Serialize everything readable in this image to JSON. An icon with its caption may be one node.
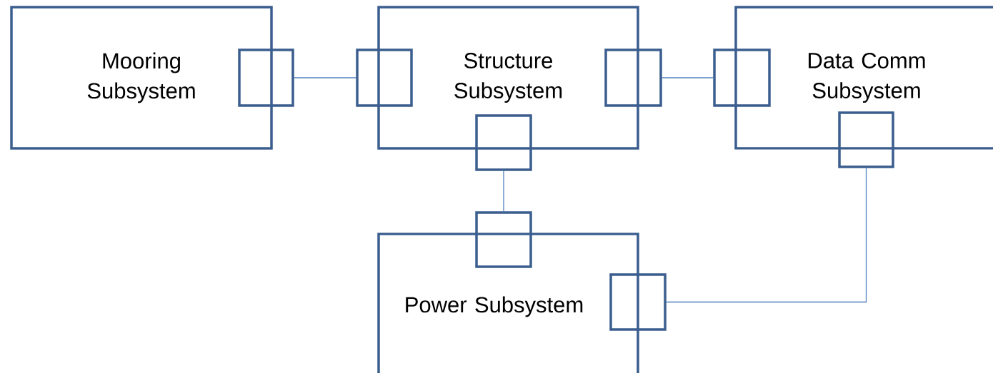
{
  "diagram": {
    "nodes": [
      {
        "text": [
          "Mooring Subsystem"
        ]
      },
      {
        "text": [
          "Structure Subsystem"
        ]
      },
      {
        "text": [
          "Data Comm Subsystem"
        ]
      },
      {
        "text": [
          "Power Subsystem"
        ]
      },
      {
        "text": [],
        "shape": "box"
      },
      {
        "text": [],
        "shape": "box"
      },
      {
        "text": [],
        "shape": "box"
      },
      {
        "text": [],
        "shape": "box"
      },
      {
        "text": [],
        "shape": "box"
      },
      {
        "text": [],
        "shape": "box"
      },
      {
        "text": [],
        "shape": "box"
      },
      {
        "text": [],
        "shape": "box"
      }
    ],
    "edges": [
      {
        "from": 4,
        "to": 5,
        "arrow": "none"
      },
      {
        "from": 6,
        "to": 7,
        "arrow": "none"
      },
      {
        "from": 8,
        "to": 10,
        "arrow": "none"
      },
      {
        "from": 9,
        "to": 11,
        "arrow": "none"
      }
    ]
  }
}
